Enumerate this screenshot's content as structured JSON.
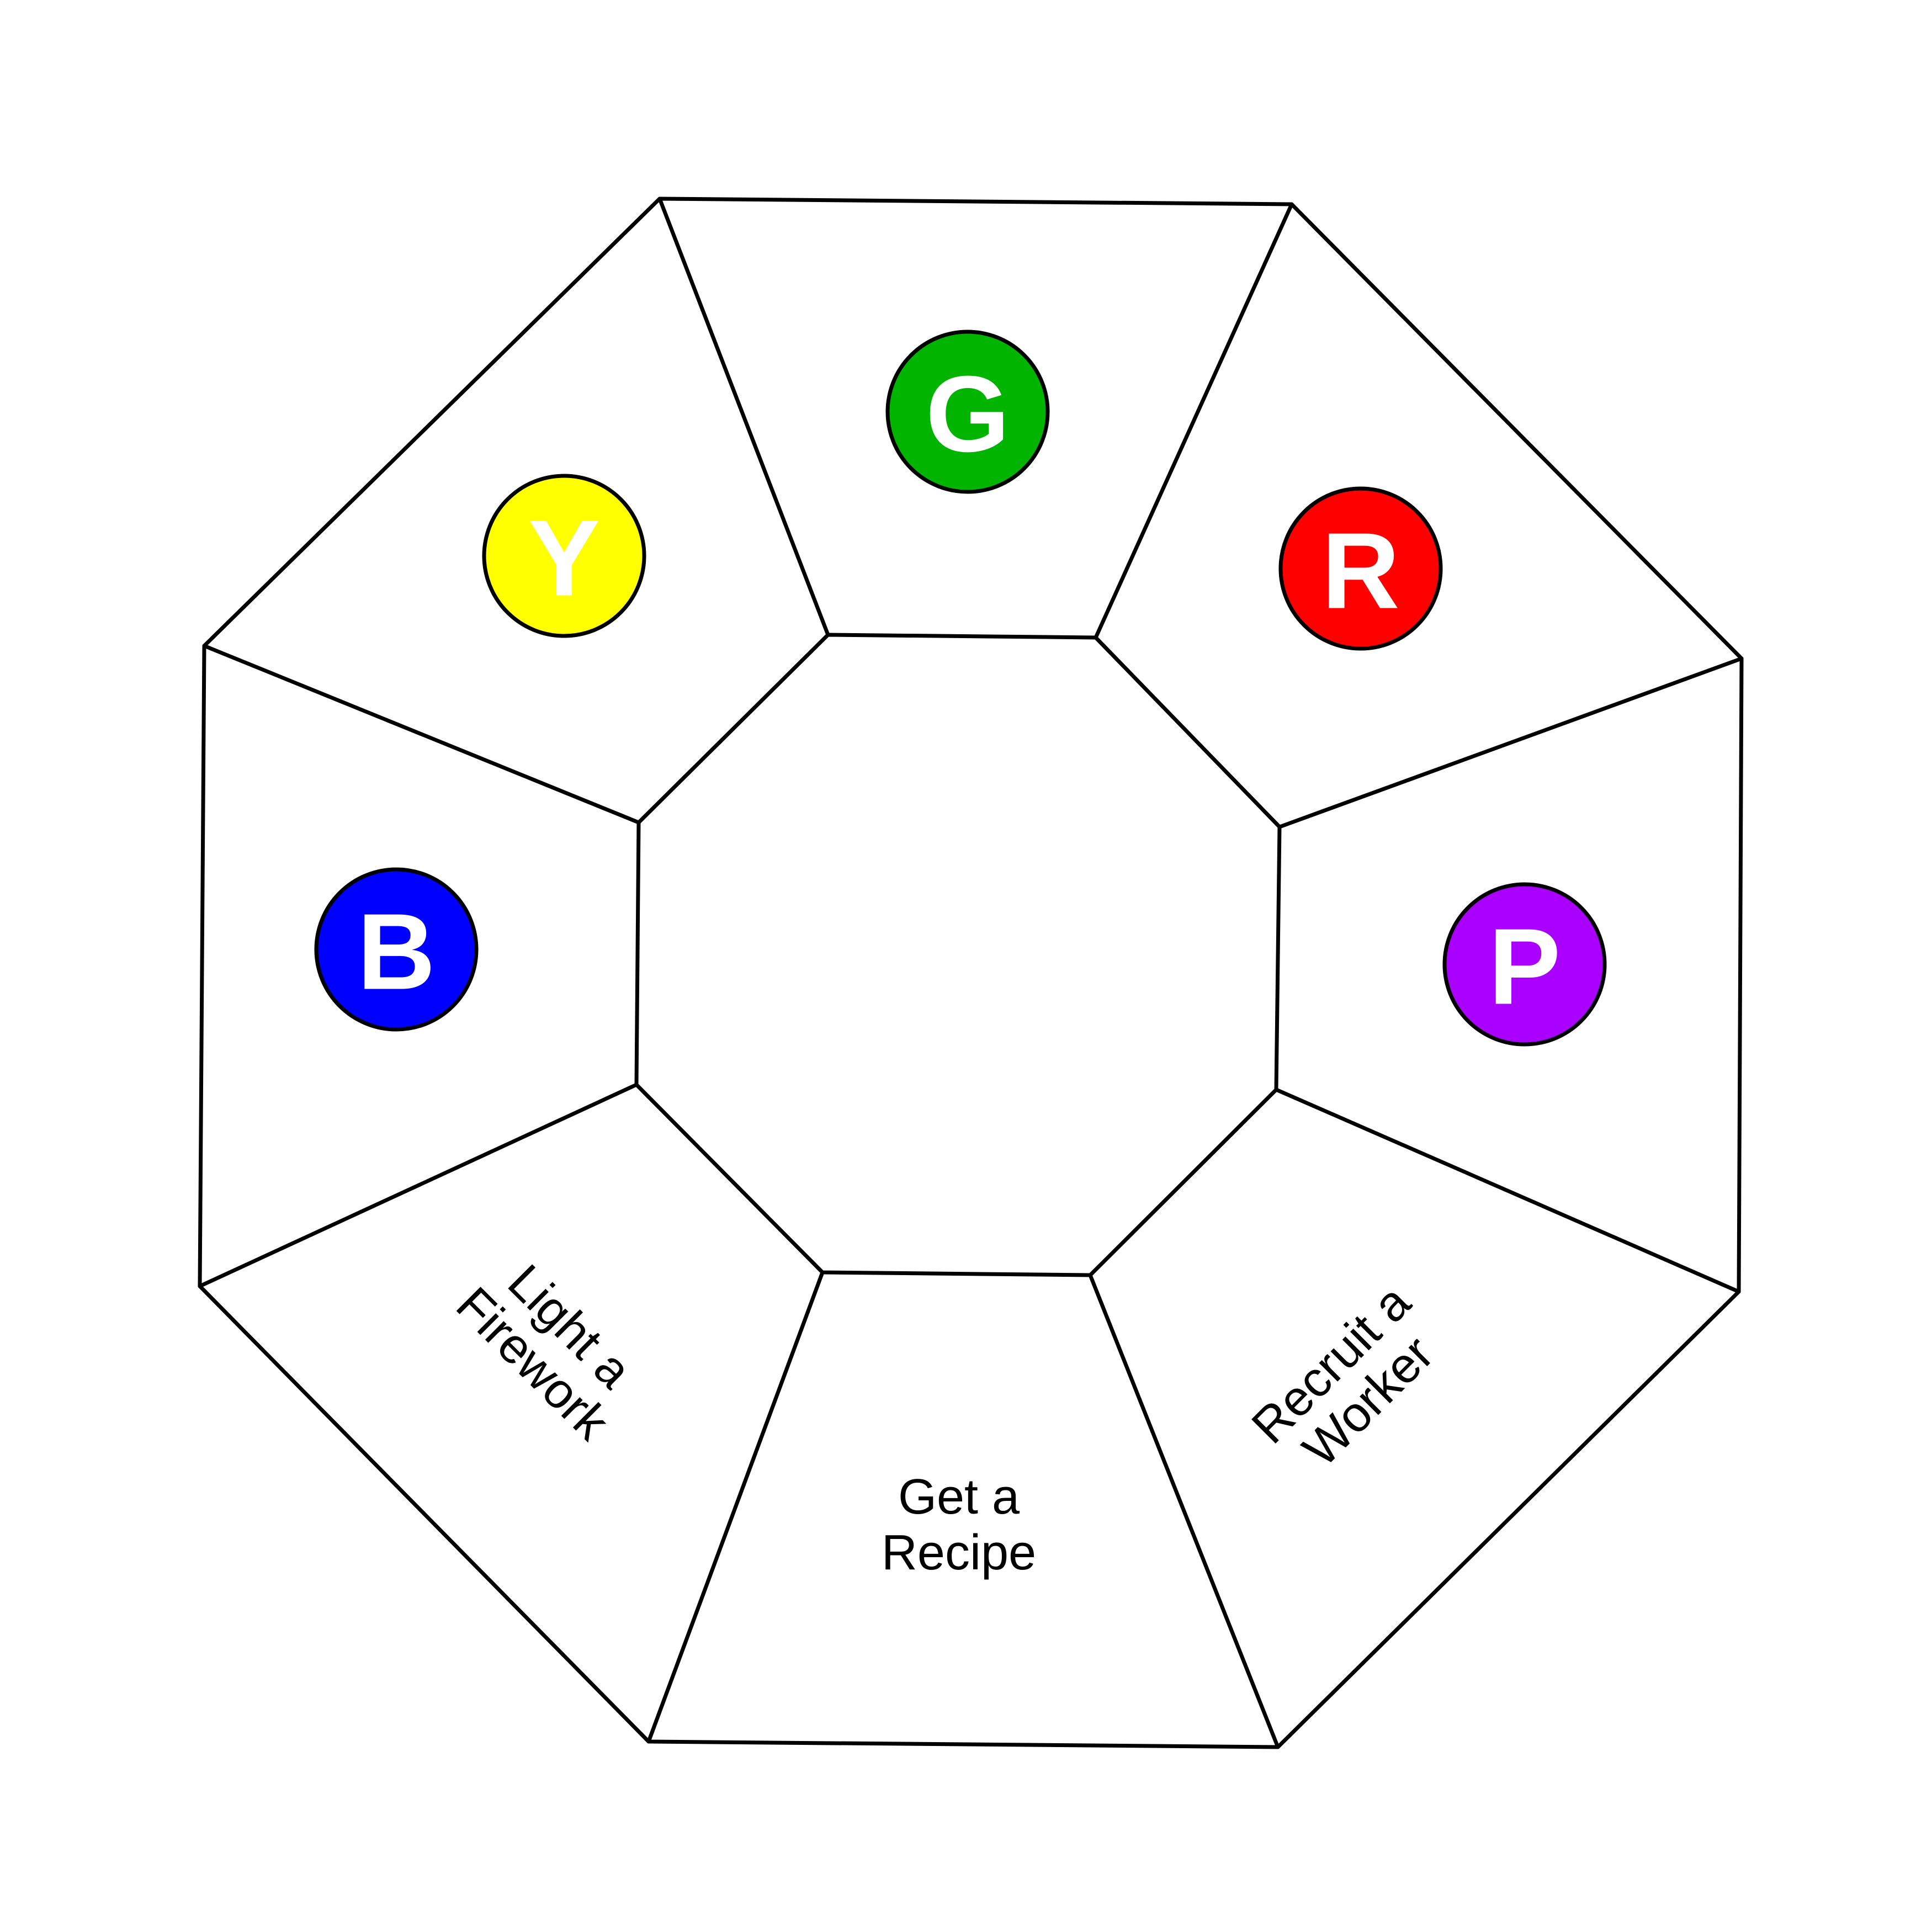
{
  "tokens": {
    "green": {
      "letter": "G",
      "color": "#00b400"
    },
    "red": {
      "letter": "R",
      "color": "#ff0000"
    },
    "purple": {
      "letter": "P",
      "color": "#aa00ff"
    },
    "blue": {
      "letter": "B",
      "color": "#0000ff"
    },
    "yellow": {
      "letter": "Y",
      "color": "#ffff00"
    }
  },
  "actions": {
    "recruit_worker": {
      "line1": "Recruit a",
      "line2": "Worker"
    },
    "get_recipe": {
      "line1": "Get a",
      "line2": "Recipe"
    },
    "light_firework": {
      "line1": "Light a",
      "line2": "Firework"
    }
  },
  "center": {
    "label": ""
  }
}
